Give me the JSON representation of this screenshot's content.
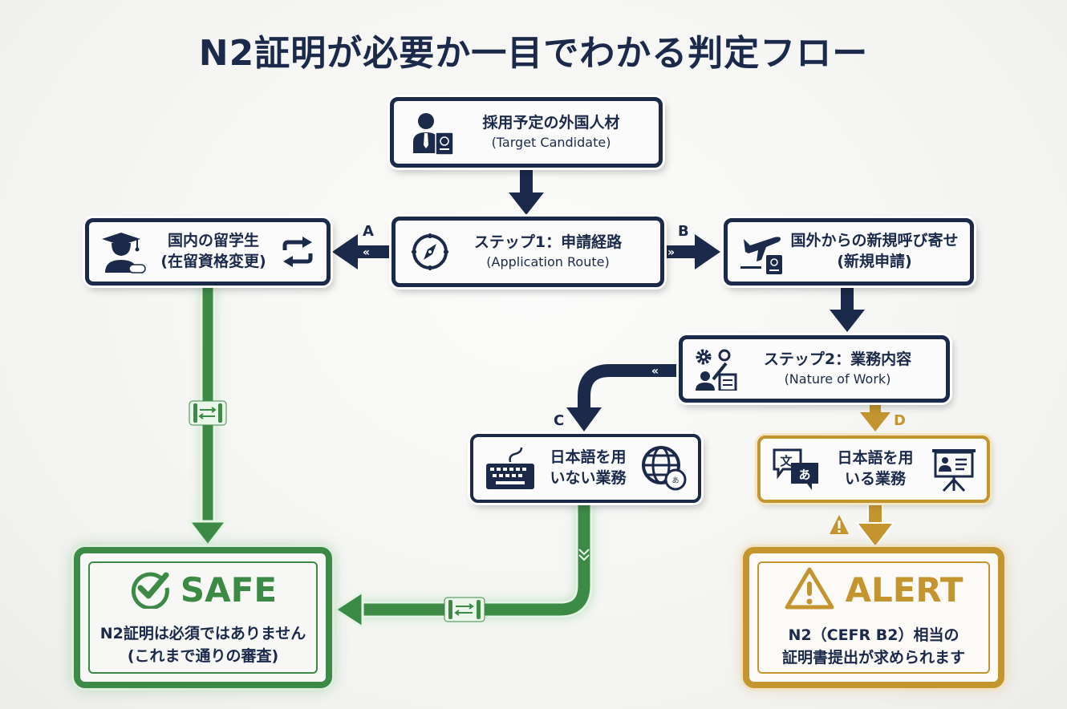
{
  "title": "N2証明が必要か一目でわかる判定フロー",
  "colors": {
    "navy": "#1b2a4a",
    "green": "#3d8a47",
    "gold": "#c4952f",
    "background": "#f3f3f1"
  },
  "nodes": {
    "candidate": {
      "title": "採用予定の外国人材",
      "subtitle": "(Target Candidate)",
      "icons": [
        "businessman-icon",
        "passport-icon"
      ]
    },
    "step1": {
      "title": "ステップ1：申請経路",
      "subtitle": "(Application Route)",
      "icons": [
        "compass-icon"
      ]
    },
    "domestic_student": {
      "title": "国内の留学生",
      "subtitle": "(在留資格変更)",
      "icons": [
        "graduate-icon",
        "exchange-icon"
      ]
    },
    "overseas_new": {
      "title": "国外からの新規呼び寄せ",
      "subtitle": "(新規申請)",
      "icons": [
        "airplane-icon",
        "passport-icon"
      ]
    },
    "step2": {
      "title": "ステップ2：業務内容",
      "subtitle": "(Nature of Work)",
      "icons": [
        "gears-worker-icon"
      ]
    },
    "no_japanese": {
      "line1": "日本語を用",
      "line2": "いない業務",
      "icons": [
        "keyboard-icon",
        "globe-icon"
      ]
    },
    "uses_japanese": {
      "line1": "日本語を用",
      "line2": "いる業務",
      "icons": [
        "translation-icon",
        "presentation-icon"
      ]
    },
    "safe": {
      "heading": "SAFE",
      "line1": "N2証明は必須ではありません",
      "line2": "(これまで通りの審査)",
      "icon": "check-circle-icon"
    },
    "alert": {
      "heading": "ALERT",
      "line1": "N2（CEFR B2）相当の",
      "line2": "証明書提出が求められます",
      "icon": "warning-triangle-icon"
    }
  },
  "edge_labels": {
    "a": "A",
    "b": "B",
    "c": "C",
    "d": "D"
  }
}
